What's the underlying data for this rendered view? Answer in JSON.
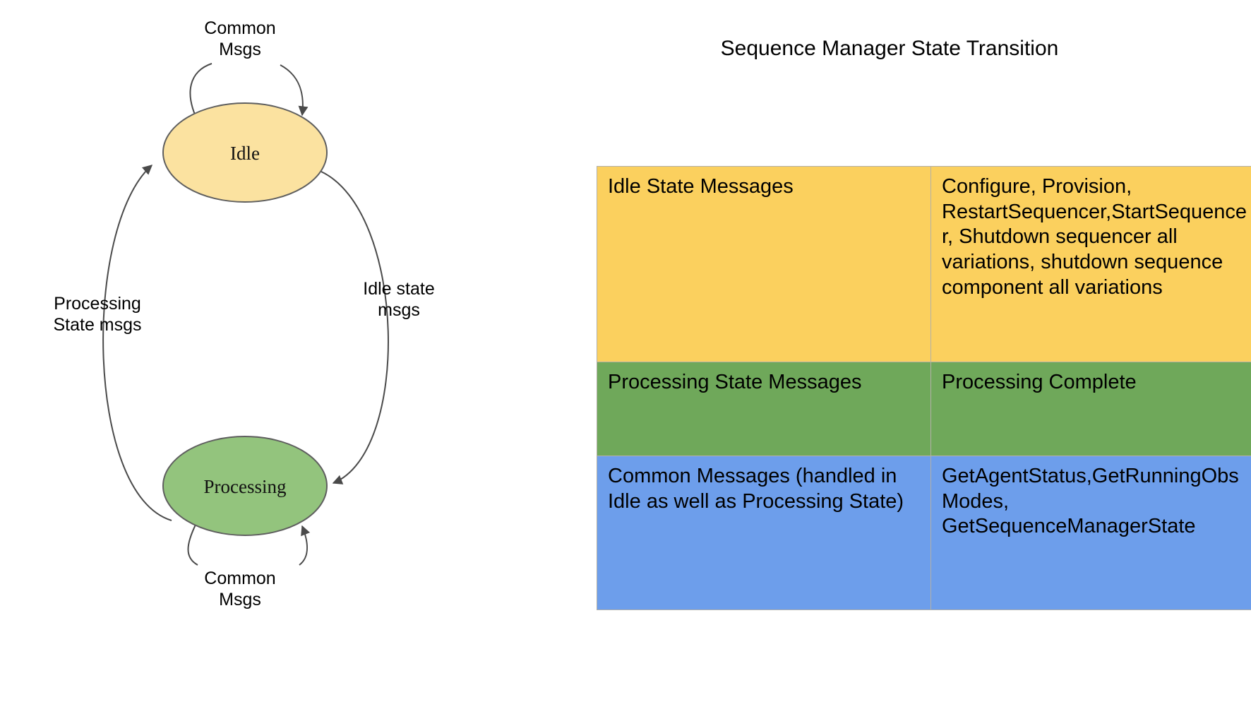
{
  "diagram": {
    "name": "sequence-manager-state-machine",
    "states": [
      {
        "id": "idle",
        "label": "Idle",
        "fill": "#fbe2a0",
        "stroke": "#5f5f5f"
      },
      {
        "id": "processing",
        "label": "Processing",
        "fill": "#93c47d",
        "stroke": "#5f5f5f"
      }
    ],
    "transitions": [
      {
        "id": "idle-self-loop",
        "label_line1": "Common",
        "label_line2": "Msgs",
        "from": "idle",
        "to": "idle"
      },
      {
        "id": "idle-to-processing",
        "label_line1": "Idle state",
        "label_line2": "msgs",
        "from": "idle",
        "to": "processing"
      },
      {
        "id": "processing-to-idle",
        "label_line1": "Processing",
        "label_line2": "State msgs",
        "from": "processing",
        "to": "idle"
      },
      {
        "id": "processing-self-loop",
        "label_line1": "Common",
        "label_line2": "Msgs",
        "from": "processing",
        "to": "processing"
      }
    ]
  },
  "panel": {
    "title": "Sequence Manager State Transition",
    "table": {
      "colors": {
        "idle_row": "#fbd05e",
        "processing_row": "#6fa85a",
        "common_row": "#6d9eeb",
        "border": "#b3b0a8"
      },
      "rows": [
        {
          "id": "idle-state-messages",
          "category": "Idle State Messages",
          "messages": "Configure, Provision, RestartSequencer,StartSequencer, Shutdown sequencer all variations, shutdown sequence component all variations"
        },
        {
          "id": "processing-state-messages",
          "category": "Processing State Messages",
          "messages": "Processing Complete"
        },
        {
          "id": "common-messages",
          "category": "Common Messages (handled in Idle as well as Processing State)",
          "messages": "GetAgentStatus,GetRunningObsModes, GetSequenceManagerState"
        }
      ]
    }
  }
}
